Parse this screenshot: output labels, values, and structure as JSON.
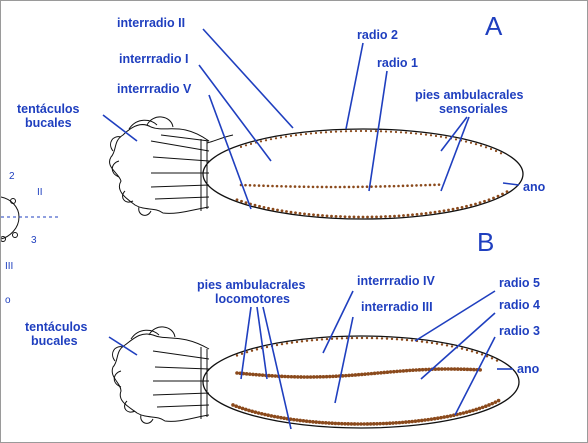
{
  "panel_a": {
    "letter": "A",
    "labels": {
      "interradio_ii": "interradio II",
      "interrradio_i": "interrradio I",
      "interrradio_v": "interrradio V",
      "radio_2": "radio 2",
      "radio_1": "radio 1",
      "tentaculos_1": "tentáculos",
      "tentaculos_2": "bucales",
      "pies_1": "pies ambulacrales",
      "pies_2": "sensoriales",
      "ano": "ano"
    }
  },
  "panel_b": {
    "letter": "B",
    "labels": {
      "pies_1": "pies ambulacrales",
      "pies_2": "locomotores",
      "interrradio_iv": "interrradio IV",
      "interradio_iii": "interradio III",
      "radio_5": "radio 5",
      "radio_4": "radio 4",
      "radio_3": "radio 3",
      "tentaculos_1": "tentáculos",
      "tentaculos_2": "bucales",
      "ano": "ano"
    }
  },
  "cross_section": {
    "num_2": "2",
    "roman_ii": "II",
    "num_3": "3",
    "roman_iii": "III",
    "letter_o": "o"
  },
  "colors": {
    "label": "#1f3fbf",
    "dots": "#8b4a1c",
    "outline": "#111111"
  }
}
